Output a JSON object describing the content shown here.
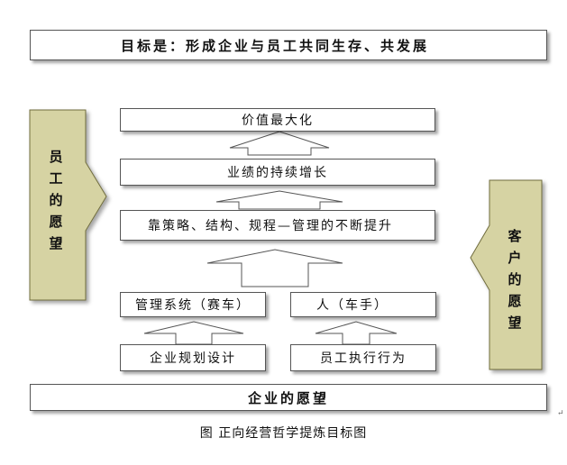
{
  "goal": "目标是：形成企业与员工共同生存、共发展",
  "levels": {
    "value": "价值最大化",
    "growth": "业绩的持续增长",
    "improvement": "靠策略、结构、规程—管理的不断提升"
  },
  "pillars": {
    "system": "管理系统（赛车）",
    "people": "人（车手）"
  },
  "actions": {
    "planning": "企业规划设计",
    "execution": "员工执行行为"
  },
  "base": "企业的愿望",
  "employee_wish": [
    "员",
    "工",
    "的",
    "愿",
    "望"
  ],
  "customer_wish": [
    "客",
    "户",
    "的",
    "愿",
    "望"
  ],
  "caption": "图  正向经营哲学提炼目标图",
  "colors": {
    "olive": "#d6d3a3",
    "olive_border": "#6f6c3e"
  }
}
